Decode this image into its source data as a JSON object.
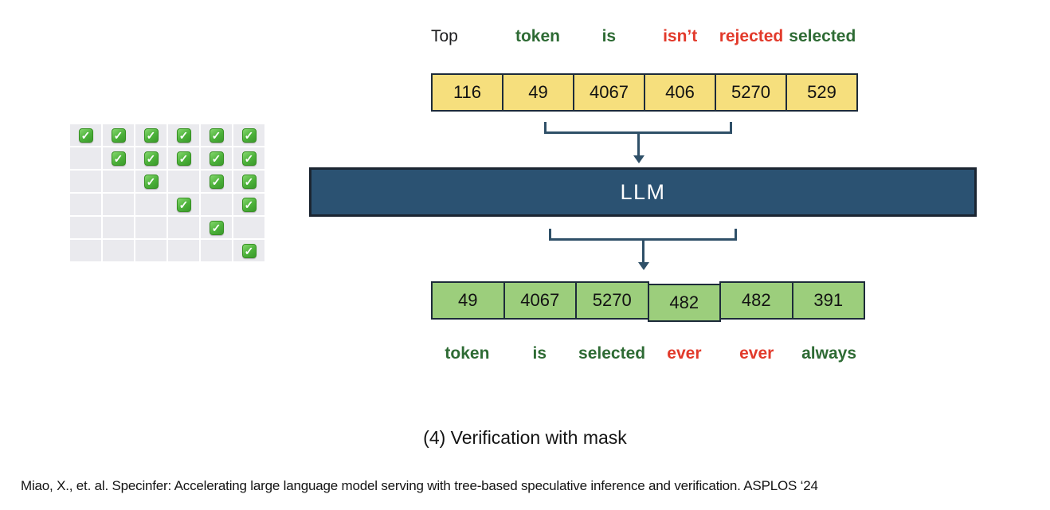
{
  "colors": {
    "yellow_token_fill": "#F6DF7D",
    "green_token_fill": "#9CCE7C",
    "token_border": "#1d2b3a",
    "llm_fill": "#2B5272",
    "llm_border": "#1b2531",
    "bracket": "#2F5068",
    "accepted_text_green": "#2E6B34",
    "rejected_text_red": "#E23A2B",
    "mask_cell_bg": "#eaeaee",
    "check_green": "#4cb13a"
  },
  "mask_grid": {
    "rows": [
      [
        1,
        1,
        1,
        1,
        1,
        1
      ],
      [
        0,
        1,
        1,
        1,
        1,
        1
      ],
      [
        0,
        0,
        1,
        0,
        1,
        1
      ],
      [
        0,
        0,
        0,
        1,
        0,
        1
      ],
      [
        0,
        0,
        0,
        0,
        1,
        0
      ],
      [
        0,
        0,
        0,
        0,
        0,
        1
      ]
    ]
  },
  "top_words": [
    {
      "text": "Top",
      "color": "black",
      "bold": false
    },
    {
      "text": "token",
      "color": "green",
      "bold": true
    },
    {
      "text": "is",
      "color": "green",
      "bold": true
    },
    {
      "text": "isn’t",
      "color": "red",
      "bold": true
    },
    {
      "text": "rejected",
      "color": "red",
      "bold": true
    },
    {
      "text": "selected",
      "color": "green",
      "bold": true
    }
  ],
  "input_tokens": [
    "116",
    "49",
    "4067",
    "406",
    "5270",
    "529"
  ],
  "llm": {
    "label": "LLM"
  },
  "output_tokens": [
    "49",
    "4067",
    "5270",
    "482",
    "482",
    "391"
  ],
  "bottom_words": [
    {
      "text": "token",
      "color": "green",
      "bold": true
    },
    {
      "text": "is",
      "color": "green",
      "bold": true
    },
    {
      "text": "selected",
      "color": "green",
      "bold": true
    },
    {
      "text": "ever",
      "color": "red",
      "bold": true
    },
    {
      "text": "ever",
      "color": "red",
      "bold": true
    },
    {
      "text": "always",
      "color": "green",
      "bold": true
    }
  ],
  "caption": "(4) Verification with mask",
  "citation": "Miao, X., et. al. Specinfer: Accelerating large language model serving with tree-based speculative inference and verification. ASPLOS ‘24"
}
